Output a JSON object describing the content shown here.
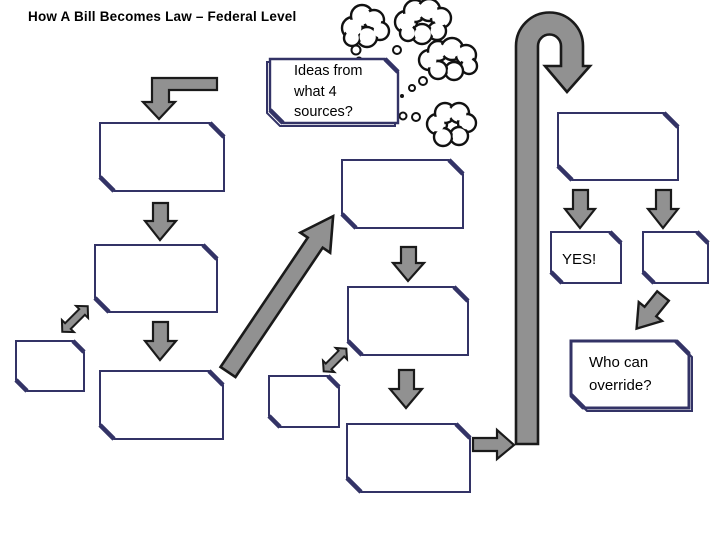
{
  "slide": {
    "title": "How A Bill Becomes Law – Federal Level"
  },
  "callouts": {
    "ideas_question": "Ideas from what 4 sources?",
    "yes_label": "YES!",
    "override_question": "Who can override?"
  },
  "colors": {
    "background": "#ffffff",
    "box_border": "#333366",
    "arrow_fill": "#919191",
    "arrow_outline": "#1a1a1a",
    "cloud_outline": "#111111",
    "text": "#000000"
  }
}
